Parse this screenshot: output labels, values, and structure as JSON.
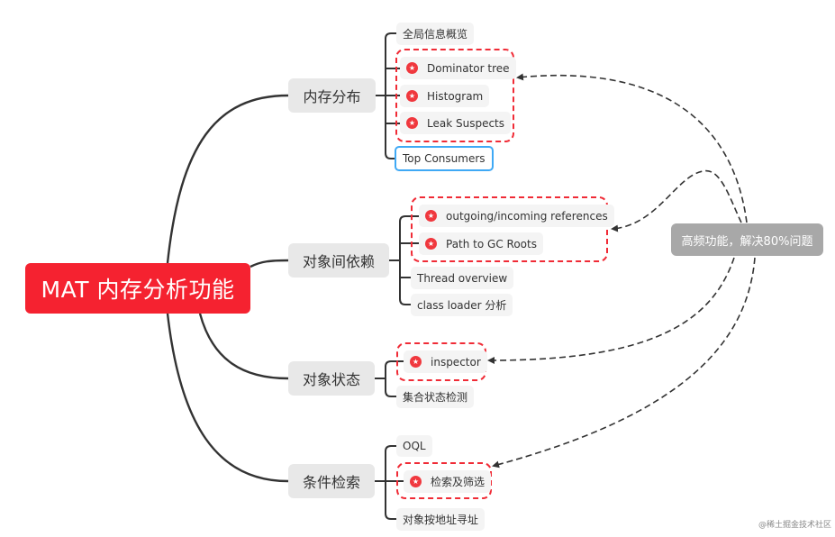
{
  "root": {
    "label": "MAT 内存分析功能",
    "color": "#F52230"
  },
  "branches": [
    {
      "label": "内存分布",
      "leaves": [
        {
          "label": "全局信息概览",
          "starred": false
        },
        {
          "label": "Dominator tree",
          "starred": true
        },
        {
          "label": "Histogram",
          "starred": true
        },
        {
          "label": "Leak Suspects",
          "starred": true
        },
        {
          "label": "Top Consumers",
          "starred": false,
          "highlighted": true
        }
      ]
    },
    {
      "label": "对象间依赖",
      "leaves": [
        {
          "label": "outgoing/incoming references",
          "starred": true
        },
        {
          "label": "Path to GC Roots",
          "starred": true
        },
        {
          "label": "Thread overview",
          "starred": false
        },
        {
          "label": "class loader 分析",
          "starred": false
        }
      ]
    },
    {
      "label": "对象状态",
      "leaves": [
        {
          "label": "inspector",
          "starred": true
        },
        {
          "label": "集合状态检测",
          "starred": false
        }
      ]
    },
    {
      "label": "条件检索",
      "leaves": [
        {
          "label": "OQL",
          "starred": false
        },
        {
          "label": "检索及筛选",
          "starred": true
        },
        {
          "label": "对象按地址寻址",
          "starred": false
        }
      ]
    }
  ],
  "callout": {
    "label": "高频功能，解决80%问题"
  },
  "watermark": "@稀土掘金技术社区",
  "icons": {
    "star": "star-badge-icon"
  },
  "colors": {
    "accent": "#F52230",
    "dash": "#F02B36",
    "highlight_border": "#3FA9F5",
    "callout_bg": "#A8A8A8"
  }
}
